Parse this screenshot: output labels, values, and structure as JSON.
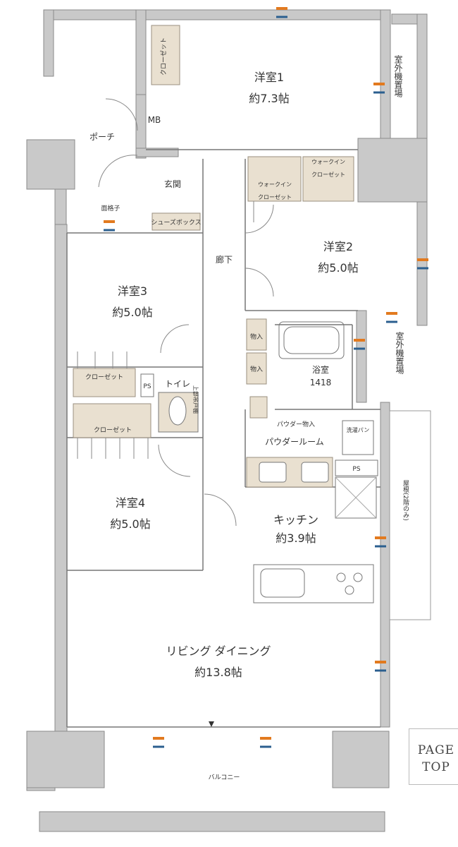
{
  "rooms": {
    "western1": {
      "name": "洋室1",
      "size": "約7.3帖"
    },
    "western2": {
      "name": "洋室2",
      "size": "約5.0帖"
    },
    "western3": {
      "name": "洋室3",
      "size": "約5.0帖"
    },
    "western4": {
      "name": "洋室4",
      "size": "約5.0帖"
    },
    "kitchen": {
      "name": "キッチン",
      "size": "約3.9帖"
    },
    "living": {
      "name": "リビング ダイニング",
      "size": "約13.8帖"
    },
    "bath": {
      "name": "浴室",
      "size": "1418"
    }
  },
  "labels": {
    "porch": "ポーチ",
    "mb": "MB",
    "entrance": "玄関",
    "lattice": "面格子",
    "shoebox": "シューズボックス",
    "hallway": "廊下",
    "closet": "クローゼット",
    "walkin1": "ウォークイン\nクローゼット",
    "walkin2": "ウォークイン\nクローゼット",
    "storage": "物入",
    "ps": "PS",
    "toilet": "トイレ",
    "upper_cabinet": "上部吊戸棚",
    "powder_storage": "パウダー物入",
    "powder_room": "パウダールーム",
    "washer_pan": "洗濯パン",
    "ac_outdoor": "室外機置場",
    "roof": "屋根(2階のみ)",
    "balcony": "バルコニー"
  },
  "nav": {
    "page_top_line1": "PAGE",
    "page_top_line2": "TOP"
  },
  "colors": {
    "wall": "#c9c9c9",
    "wall_edge": "#8a8a8a",
    "closet_fill": "#e9e0d0",
    "airflow_orange": "#e27a1f",
    "airflow_blue": "#2b5f8f"
  }
}
